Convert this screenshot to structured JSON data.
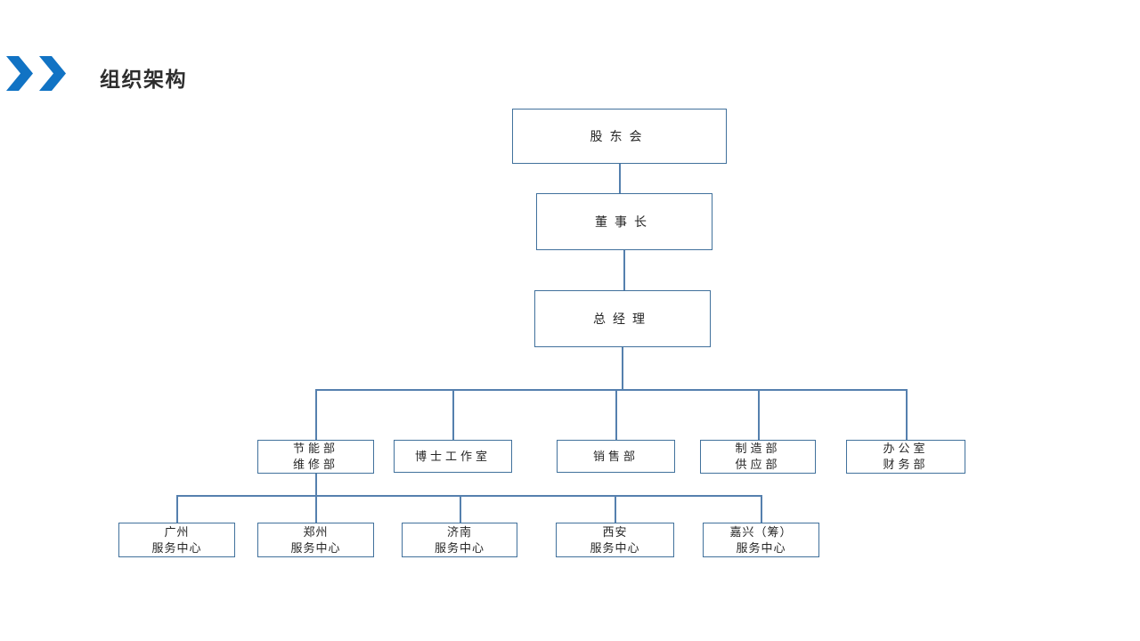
{
  "colors": {
    "accent": "#1173C4",
    "box_border": "#41719C",
    "connector": "#5580AE",
    "title_text": "#2E2E2E",
    "node_text": "#262626",
    "background": "#FFFFFF"
  },
  "header": {
    "title": "组织架构",
    "icon": "double-chevron"
  },
  "org_chart": {
    "nodes": [
      {
        "id": "shareholders-meeting",
        "level": 1,
        "lines": [
          "股东会"
        ]
      },
      {
        "id": "chairman",
        "level": 2,
        "lines": [
          "董事长"
        ]
      },
      {
        "id": "general-manager",
        "level": 3,
        "lines": [
          "总经理"
        ]
      },
      {
        "id": "energy-maintenance-dept",
        "level": 4,
        "lines": [
          "节能部",
          "维修部"
        ]
      },
      {
        "id": "doctor-studio",
        "level": 4,
        "lines": [
          "博士工作室"
        ]
      },
      {
        "id": "sales-dept",
        "level": 4,
        "lines": [
          "销售部"
        ]
      },
      {
        "id": "manufacturing-supply-dept",
        "level": 4,
        "lines": [
          "制造部",
          "供应部"
        ]
      },
      {
        "id": "office-finance-dept",
        "level": 4,
        "lines": [
          "办公室",
          "财务部"
        ]
      },
      {
        "id": "guangzhou-service-center",
        "level": 5,
        "lines": [
          "广州",
          "服务中心"
        ]
      },
      {
        "id": "zhengzhou-service-center",
        "level": 5,
        "lines": [
          "郑州",
          "服务中心"
        ]
      },
      {
        "id": "jinan-service-center",
        "level": 5,
        "lines": [
          "济南",
          "服务中心"
        ]
      },
      {
        "id": "xian-service-center",
        "level": 5,
        "lines": [
          "西安",
          "服务中心"
        ]
      },
      {
        "id": "jiaxing-service-center",
        "level": 5,
        "lines": [
          "嘉兴（筹）",
          "服务中心"
        ]
      }
    ]
  }
}
